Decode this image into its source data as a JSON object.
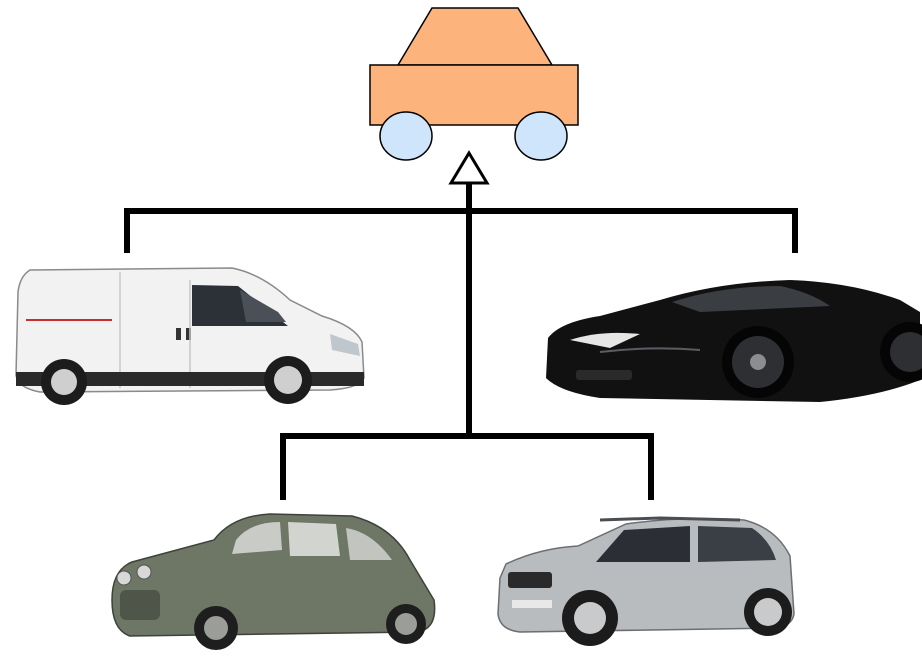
{
  "diagram": {
    "type": "class-hierarchy",
    "base": {
      "kind": "generic-car-icon",
      "icon": "car-icon"
    },
    "children": [
      {
        "kind": "van-photo",
        "icon": "van-icon"
      },
      {
        "kind": "sports-car-photo",
        "icon": "sports-car-icon"
      },
      {
        "kind": "classic-car-photo",
        "icon": "classic-car-icon"
      },
      {
        "kind": "suv-photo",
        "icon": "suv-icon"
      }
    ],
    "arrow": "hollow-triangle-inheritance"
  },
  "colors": {
    "car_body": "#fdb47c",
    "car_wheel": "#cfe5fb",
    "outline": "#000000",
    "van_body": "#f2f2f2",
    "sports_car_body": "#111111",
    "classic_car_body": "#6e7666",
    "suv_body": "#b9bcbf"
  }
}
